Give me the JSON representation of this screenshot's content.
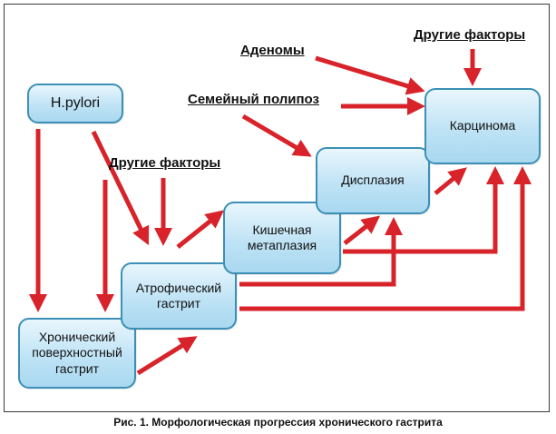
{
  "boxes": {
    "hpylori": "H.pylori",
    "chronic": "Хронический\nповерхностный\nгастрит",
    "atrophic": "Атрофический\nгастрит",
    "metaplasia": "Кишечная\nметаплазия",
    "dysplasia": "Дисплазия",
    "carcinoma": "Карцинома"
  },
  "labels": {
    "adenomas": "Аденомы",
    "polyposis": "Семейный полипоз",
    "other_top": "Другие факторы",
    "other_mid": "Другие факторы"
  },
  "caption": "Рис. 1. Морфологическая прогрессия хронического гастрита",
  "colors": {
    "arrow": "#d8232a",
    "box_border": "#3c8fb6",
    "box_fill": "#bfe3f5"
  }
}
